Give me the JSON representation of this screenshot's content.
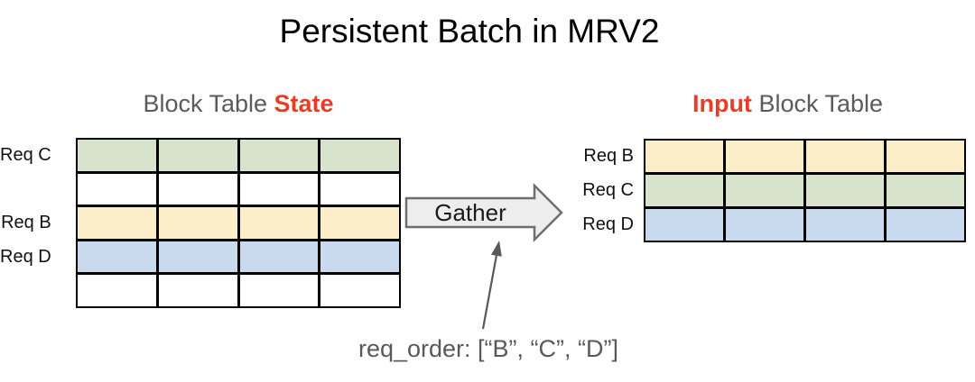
{
  "title": "Persistent Batch in MRV2",
  "state_table": {
    "title_prefix": "Block Table ",
    "title_highlight": "State",
    "columns": 4,
    "rows": [
      {
        "label": "Req C",
        "color_key": "green"
      },
      {
        "label": "",
        "color_key": "white"
      },
      {
        "label": "Req B",
        "color_key": "yellow"
      },
      {
        "label": "Req D",
        "color_key": "blue"
      },
      {
        "label": "",
        "color_key": "white"
      }
    ]
  },
  "input_table": {
    "title_highlight": "Input",
    "title_suffix": " Block Table",
    "columns": 4,
    "rows": [
      {
        "label": "Req B",
        "color_key": "yellow"
      },
      {
        "label": "Req C",
        "color_key": "green"
      },
      {
        "label": "Req D",
        "color_key": "blue"
      }
    ]
  },
  "gather_arrow": {
    "label": "Gather"
  },
  "annotation": {
    "text": "req_order: [“B”, “C”, “D”]"
  },
  "colors": {
    "block_green": "#d7e3cd",
    "block_yellow": "#fbeec9",
    "block_blue": "#c9daee",
    "block_white": "#ffffff",
    "grid_line": "#000000",
    "accent_red": "#e63e26",
    "header_gray": "#5b5b5b",
    "label_black": "#111111",
    "gather_fill": "#ededed",
    "gather_stroke": "#6e6e6e",
    "gather_text": "#1a1a1a",
    "annotation_gray": "#595959"
  }
}
